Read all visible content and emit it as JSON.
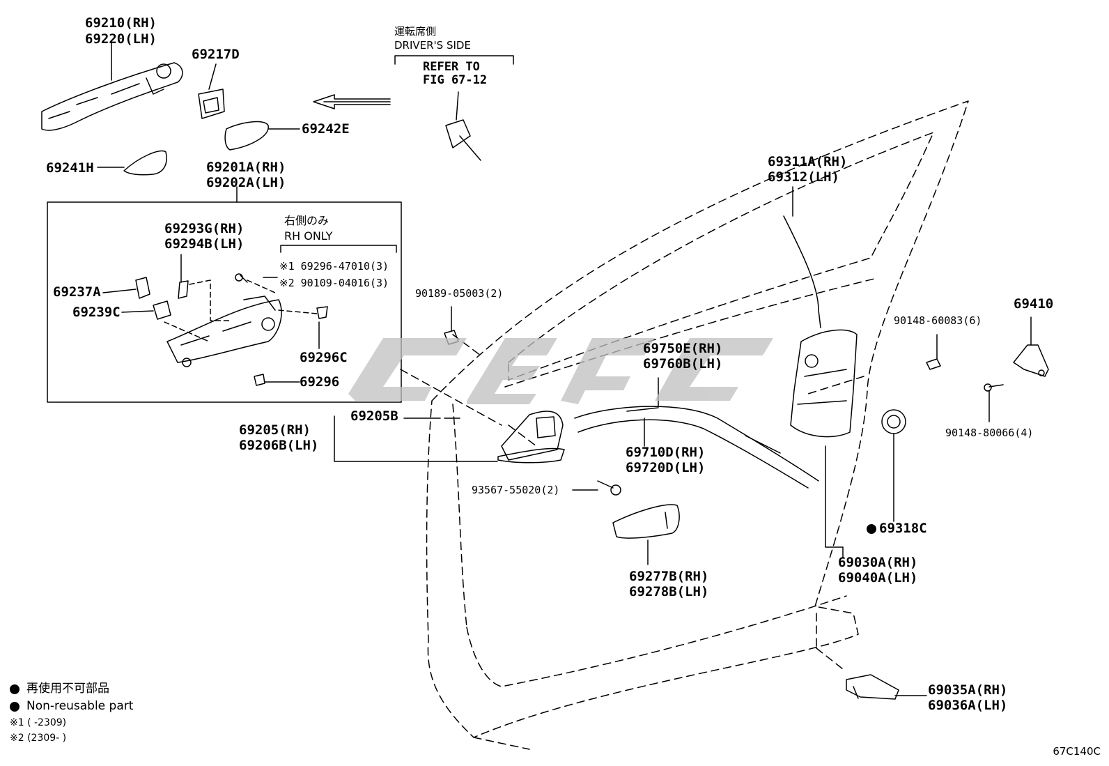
{
  "labels": {
    "p69210": "69210(RH)",
    "p69220": "69220(LH)",
    "p69217D": "69217D",
    "p69242E": "69242E",
    "p69241H": "69241H",
    "p69201A": "69201A(RH)",
    "p69202A": "69202A(LH)",
    "p69293G": "69293G(RH)",
    "p69294B": "69294B(LH)",
    "p69237A": "69237A",
    "p69239C": "69239C",
    "p69296C": "69296C",
    "p69296": "69296",
    "p69296_47010": "※1 69296-47010(3)",
    "p90109": "※2  90109-04016(3)",
    "p90189": "90189-05003(2)",
    "p69205B": "69205B",
    "p69205": "69205(RH)",
    "p69206B": "69206B(LH)",
    "p93567": "93567-55020(2)",
    "p69750E": "69750E(RH)",
    "p69760B": "69760B(LH)",
    "p69710D": "69710D(RH)",
    "p69720D": "69720D(LH)",
    "p69277B": "69277B(RH)",
    "p69278B": "69278B(LH)",
    "p69311A": "69311A(RH)",
    "p69312": "69312(LH)",
    "p90148_60083": "90148-60083(6)",
    "p69410": "69410",
    "p90148_80066": "90148-80066(4)",
    "p69318C": "69318C",
    "p69030A": "69030A(RH)",
    "p69040A": "69040A(LH)",
    "p69035A": "69035A(RH)",
    "p69036A": "69036A(LH)"
  },
  "driver_side": {
    "jp": "運転席側",
    "en": "DRIVER'S SIDE",
    "refer_line1": "REFER TO",
    "refer_line2": "FIG 67-12"
  },
  "rh_only": {
    "jp": "右側のみ",
    "en": "RH ONLY"
  },
  "legend": {
    "jp": "再使用不可部品",
    "en": "Non-reusable part",
    "note1": "※1 (      -2309)",
    "note2": "※2 (2309-      )"
  },
  "figure_code": "67C140C"
}
